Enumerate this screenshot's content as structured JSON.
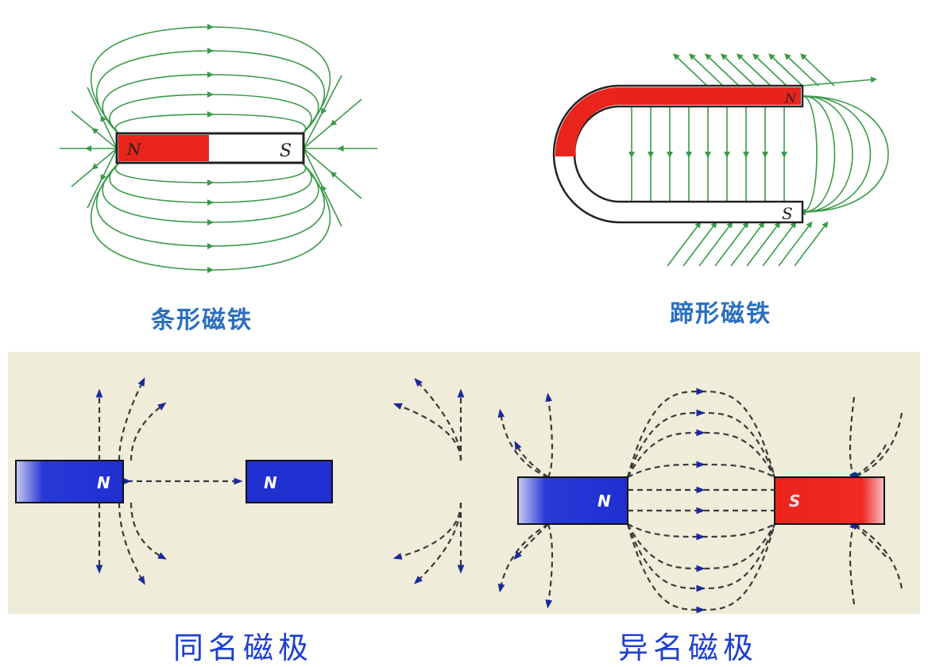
{
  "bar_magnet": {
    "caption": "条形磁铁",
    "north_label": "N",
    "south_label": "S"
  },
  "horseshoe_magnet": {
    "caption": "蹄形磁铁",
    "north_label": "N",
    "south_label": "S"
  },
  "like_poles": {
    "caption": "同名磁极",
    "left_label": "N",
    "right_label": "N"
  },
  "unlike_poles": {
    "caption": "异名磁极",
    "left_label": "N",
    "right_label": "S"
  },
  "colors": {
    "field_green": "#3a9a4a",
    "red": "#e8241c",
    "blue": "#1f2fd0",
    "panel_bg": "#efecd9",
    "dash": "#3a3a3a",
    "arrow_blue": "#1a2a9a"
  }
}
